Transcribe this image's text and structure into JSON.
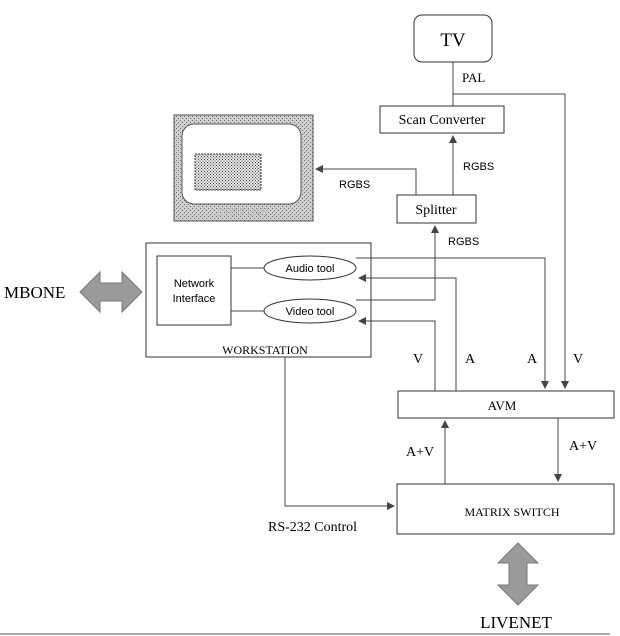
{
  "nodes": {
    "tv": "TV",
    "scan_converter": "Scan Converter",
    "splitter": "Splitter",
    "display": "DISPLAY",
    "network_interface_line1": "Network",
    "network_interface_line2": "Interface",
    "audio_tool": "Audio tool",
    "video_tool": "Video tool",
    "workstation": "WORKSTATION",
    "avm": "AVM",
    "matrix_switch": "MATRIX SWITCH",
    "mbone": "MBONE",
    "livenet": "LIVENET"
  },
  "edge_labels": {
    "pal": "PAL",
    "rgbs_scan_splitter": "RGBS",
    "rgbs_splitter_display": "RGBS",
    "rgbs_splitter_video": "RGBS",
    "v_video": "V",
    "a_audio": "A",
    "a_avm": "A",
    "v_avm": "V",
    "av_up": "A+V",
    "av_down": "A+V",
    "rs232": "RS-232 Control"
  },
  "colors": {
    "gray_arrow": "#9a9a9a",
    "display_frame": "#b8b8b8"
  }
}
